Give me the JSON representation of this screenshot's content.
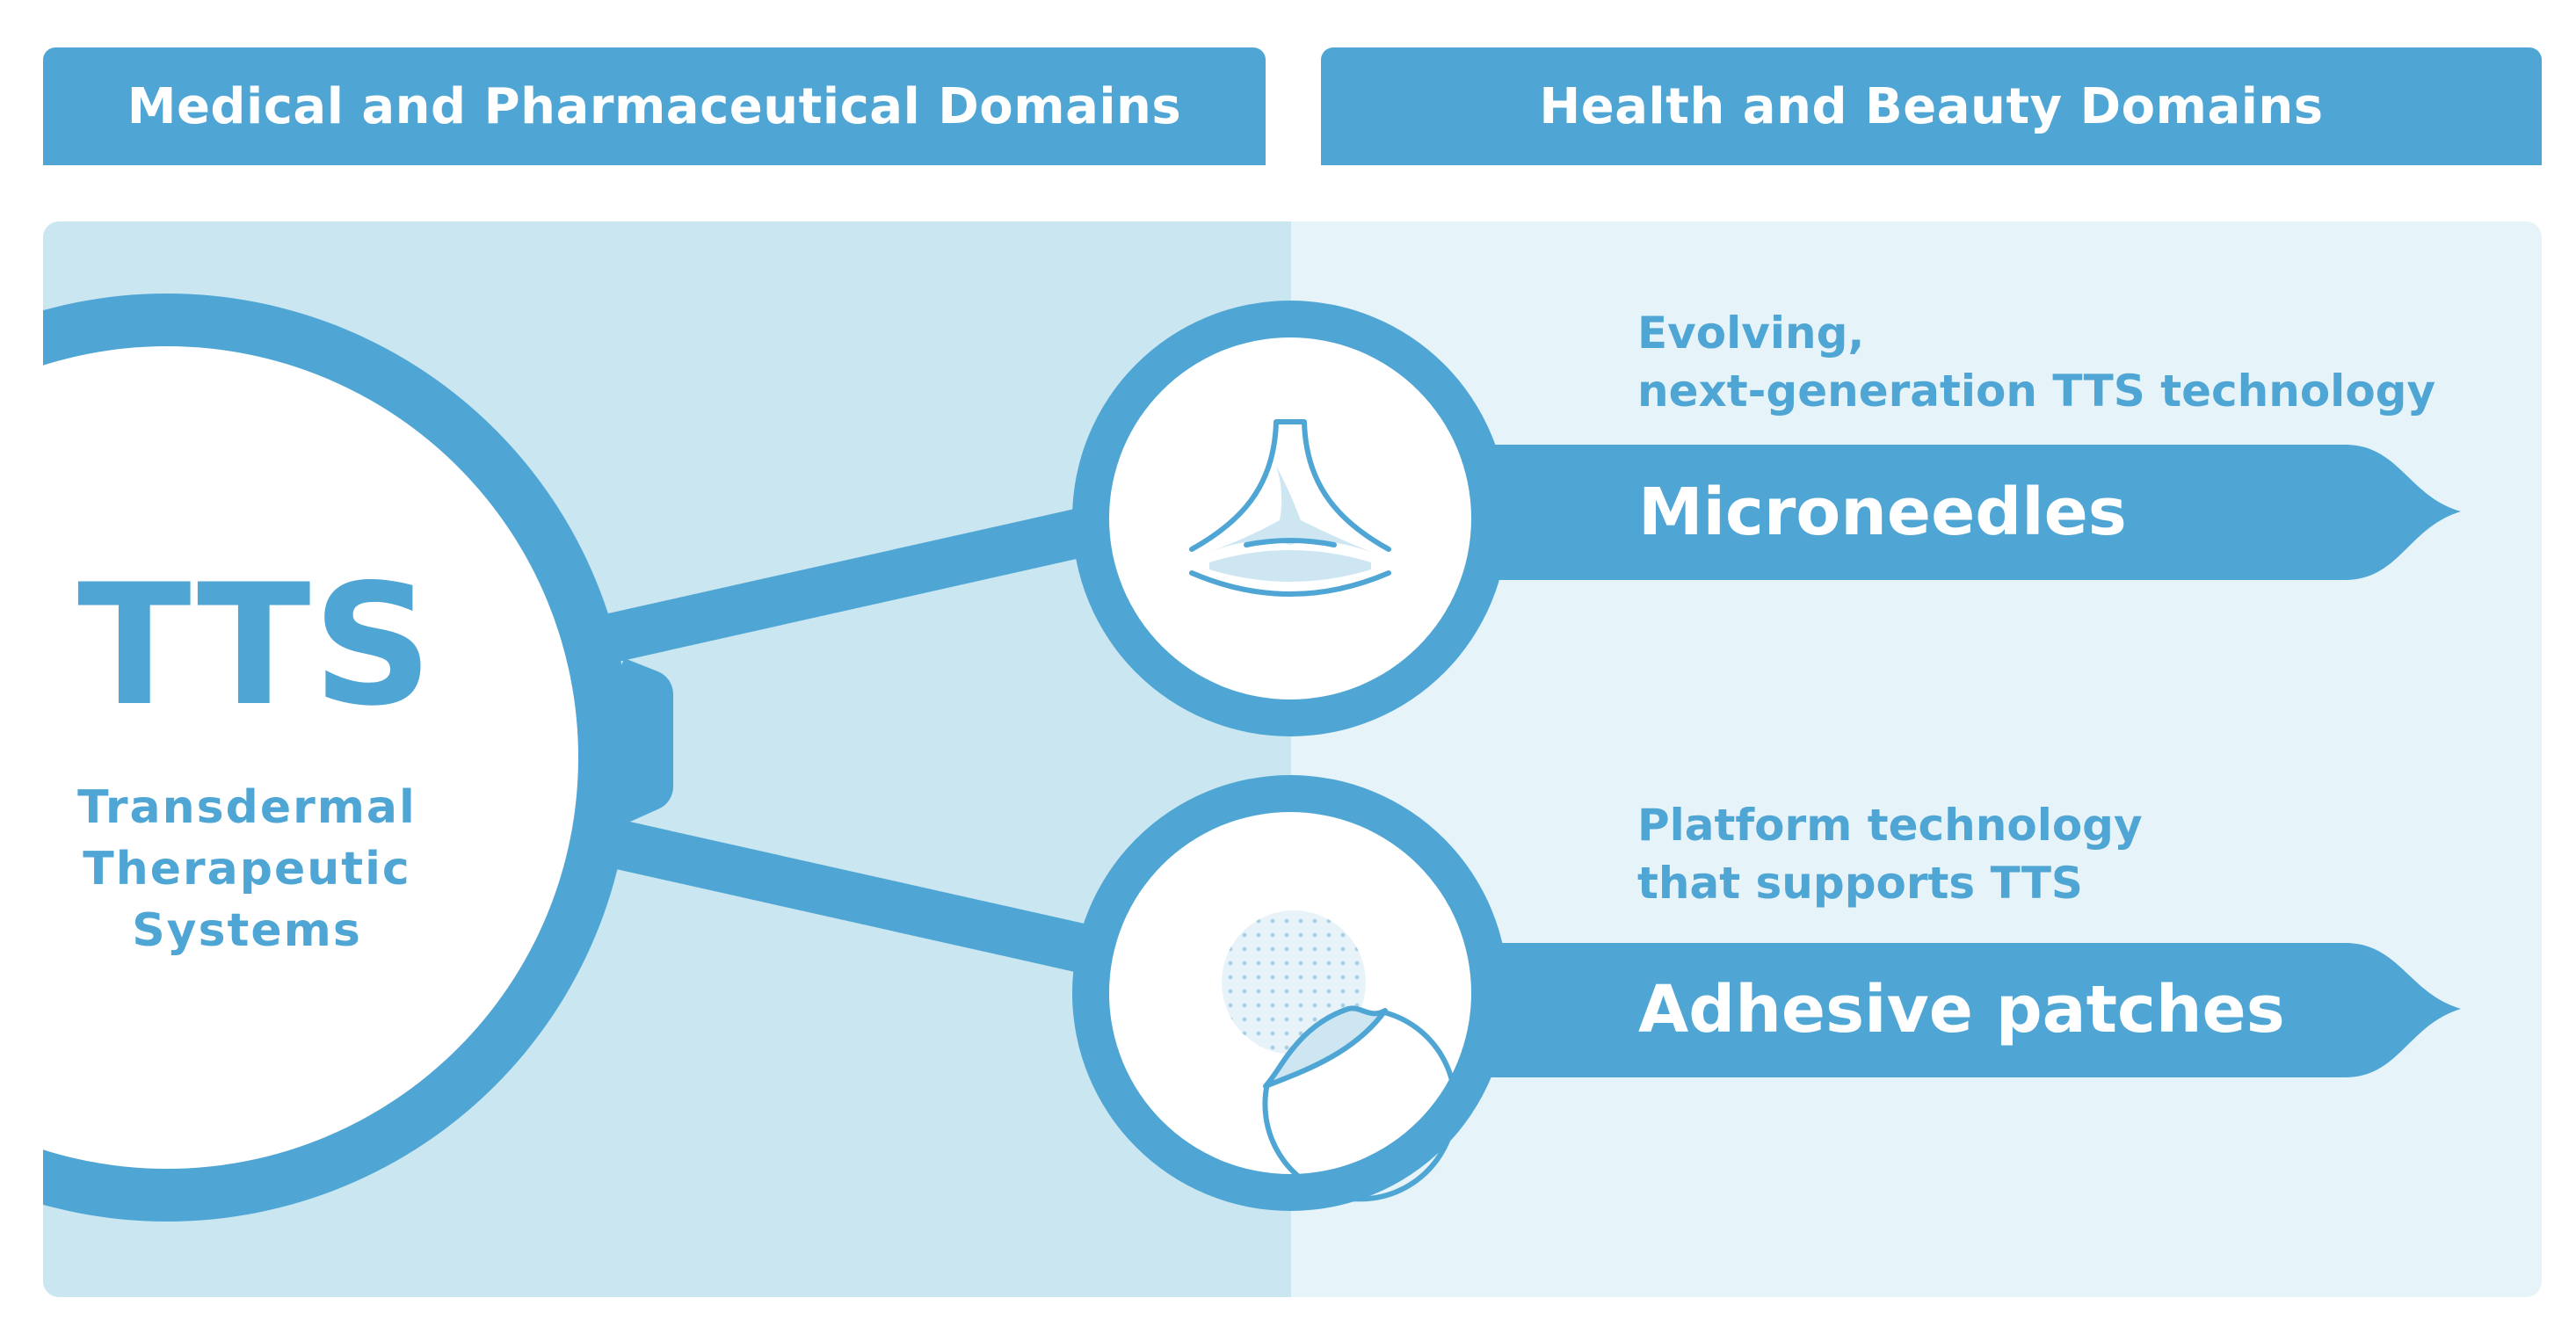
{
  "headers": {
    "left": "Medical and Pharmaceutical Domains",
    "right": "Health and Beauty Domains"
  },
  "tts": {
    "abbr": "TTS",
    "full": "Transdermal\nTherapeutic\nSystems"
  },
  "branches": [
    {
      "description": "Evolving,\nnext-generation TTS technology",
      "title": "Microneedles",
      "icon": "microneedle-icon"
    },
    {
      "description": "Platform technology\nthat supports TTS",
      "title": "Adhesive patches",
      "icon": "adhesive-patch-icon"
    }
  ],
  "colors": {
    "accent": "#4fa6d4",
    "panel_left": "#c9e6f1",
    "panel_right": "#e6f3f9",
    "white": "#ffffff"
  }
}
